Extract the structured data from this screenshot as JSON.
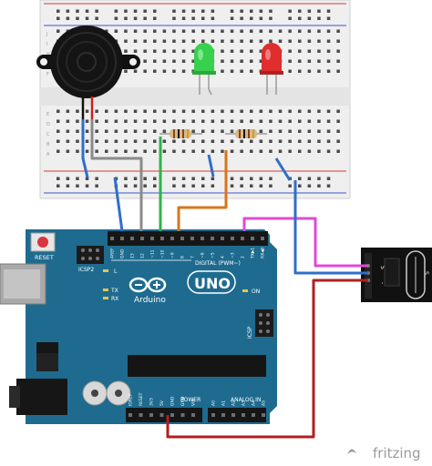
{
  "board": {
    "brand": "Arduino",
    "model": "UNO",
    "reset_label": "RESET",
    "icsp2_label": "ICSP2",
    "icsp_label": "ICSP",
    "led_l": "L",
    "led_tx": "TX",
    "led_rx": "RX",
    "led_on": "ON",
    "digital_label": "DIGITAL (PWM~)",
    "analog_label": "ANALOG IN",
    "power_label": "POWER",
    "top_header_labels": [
      "AREF",
      "GND",
      "13",
      "12",
      "~11",
      "~10",
      "~9",
      "8",
      "7",
      "~6",
      "~5",
      "4",
      "~3",
      "2",
      "TX▶1",
      "RX◀0"
    ],
    "power_header_labels": [
      "IOREF",
      "RESET",
      "3V3",
      "5V",
      "GND",
      "GND",
      "VIN"
    ],
    "analog_header_labels": [
      "A0",
      "A1",
      "A2",
      "A3",
      "A4",
      "A5"
    ]
  },
  "module": {
    "pin_labels": [
      "S",
      "",
      "-"
    ],
    "side_label": "S"
  },
  "breadboard": {
    "row_letters_top": [
      "J",
      "I",
      "H",
      "G",
      "F"
    ],
    "row_letters_bottom": [
      "E",
      "D",
      "C",
      "B",
      "A"
    ]
  },
  "watermark": "fritzing",
  "colors": {
    "board": "#1e6b8f",
    "breadboard": "#eeeeee",
    "wire_blue": "#2f6fc8",
    "wire_gray": "#8a8a8a",
    "wire_green": "#2db34a",
    "wire_orange": "#d7761a",
    "wire_magenta": "#e048d8",
    "wire_red": "#b21e1e",
    "led_green": "#38d14d",
    "led_red": "#e02d2d"
  }
}
